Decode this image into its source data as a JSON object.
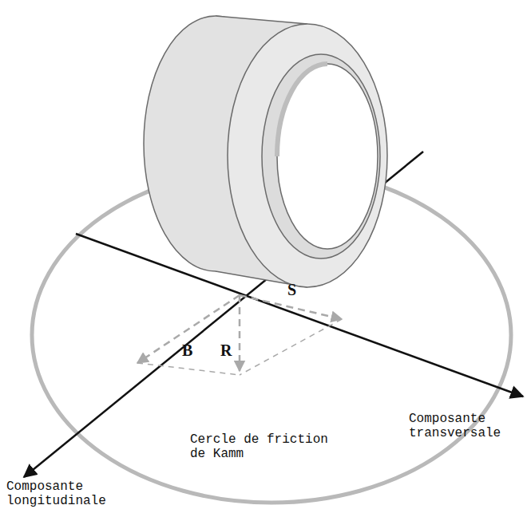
{
  "diagram": {
    "labels": [
      "S",
      "B",
      "R",
      "Composante transversale",
      "Cercle de friction de Kamm",
      "Composante longitudinale"
    ]
  }
}
